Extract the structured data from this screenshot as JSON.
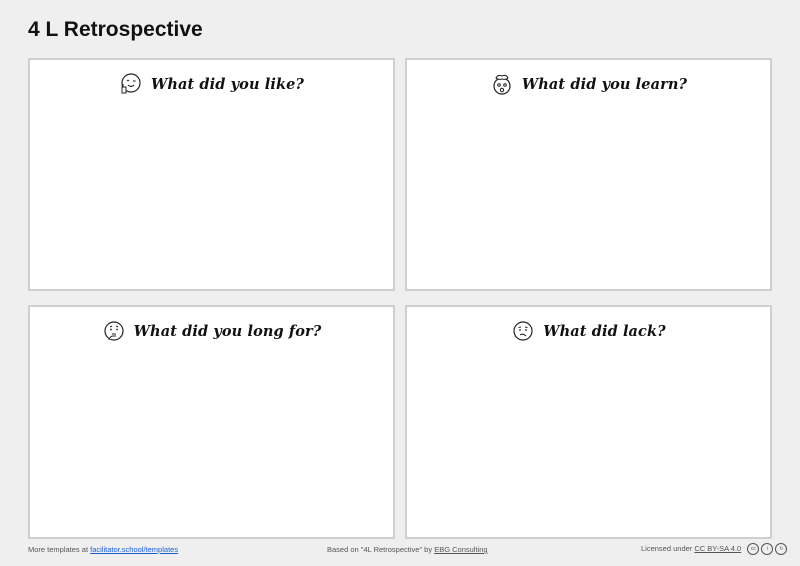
{
  "page": {
    "title": "4 L Retrospective"
  },
  "panels": [
    {
      "title": "What did you like?",
      "icon": "wink-thumbs-up-icon"
    },
    {
      "title": "What did you learn?",
      "icon": "mind-blown-icon"
    },
    {
      "title": "What did you long for?",
      "icon": "thinking-face-icon"
    },
    {
      "title": "What did lack?",
      "icon": "confused-face-icon"
    }
  ],
  "footer": {
    "left_text": "More templates at ",
    "left_link": "facilitator.school/templates",
    "center_text": "Based on \"4L Retrospective\" by ",
    "center_link": "EBG Consulting",
    "right_text": "Licensed under ",
    "right_link": "CC BY-SA 4.0",
    "license_icons": [
      "cc",
      "by",
      "sa"
    ]
  }
}
